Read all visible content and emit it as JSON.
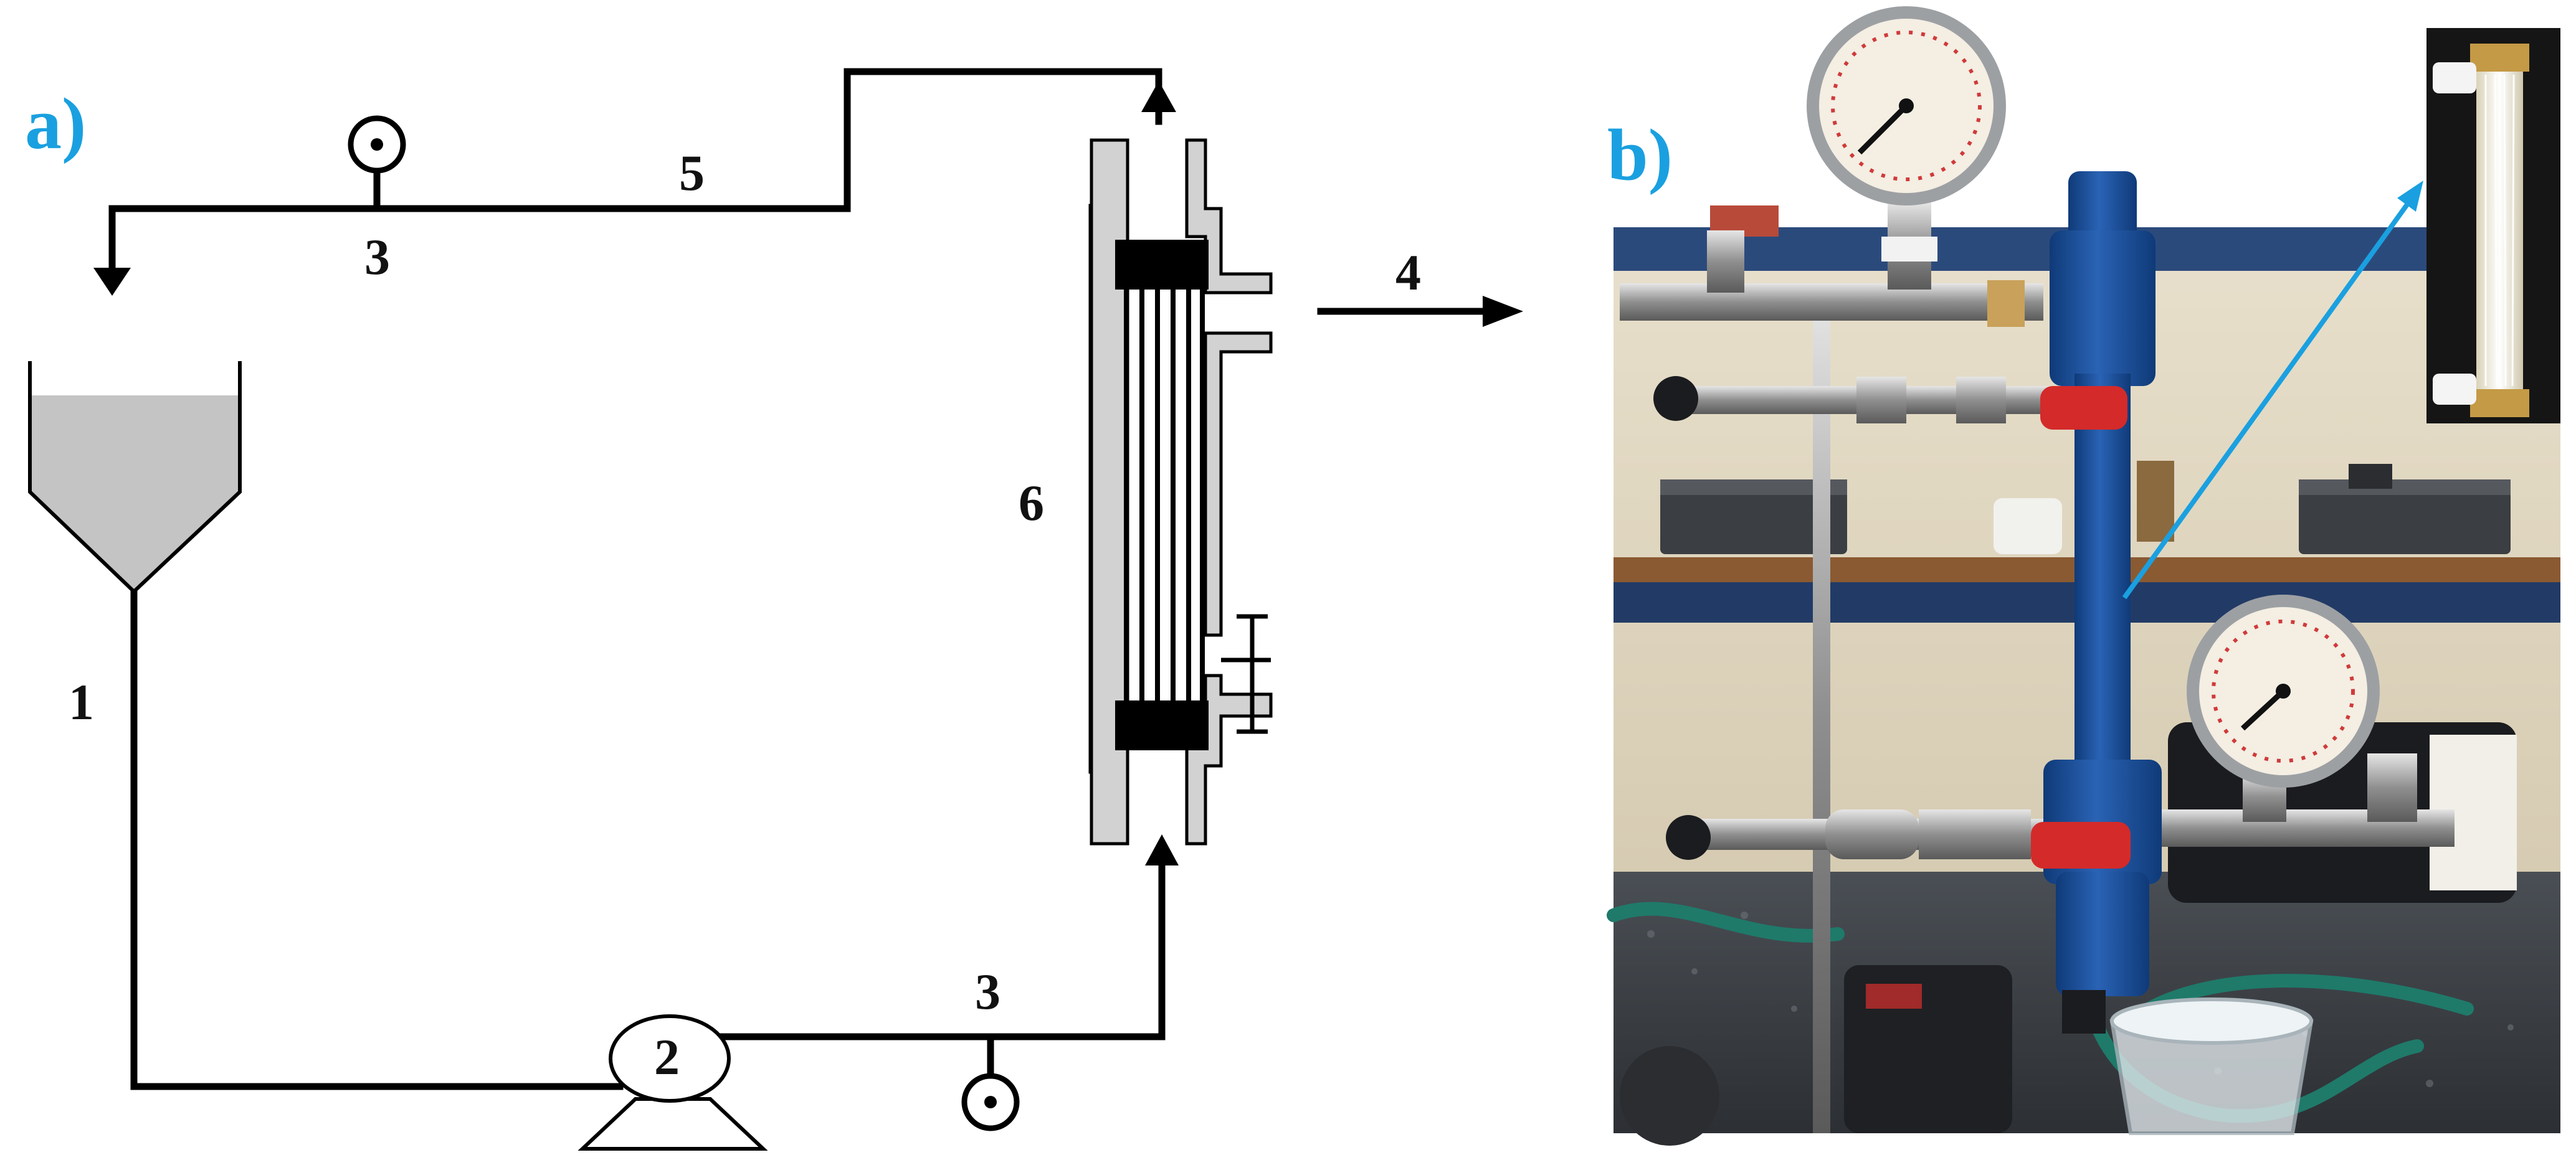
{
  "panels": {
    "a": "a)",
    "b": "b)"
  },
  "diagram": {
    "labels": {
      "feed_line": "1",
      "pump": "2",
      "gauge_top": "3",
      "gauge_bottom": "3",
      "permeate": "4",
      "return_line": "5",
      "membrane_module": "6"
    }
  },
  "colors": {
    "panel_label": "#1aa0e0",
    "line": "#000000",
    "tank_fill": "#c4c4c4",
    "module_wall": "#d2d2d2",
    "pipe_blue": "#1c4f9a",
    "fitting_red": "#d42a2a",
    "pointer_arrow": "#1aa0e0"
  }
}
